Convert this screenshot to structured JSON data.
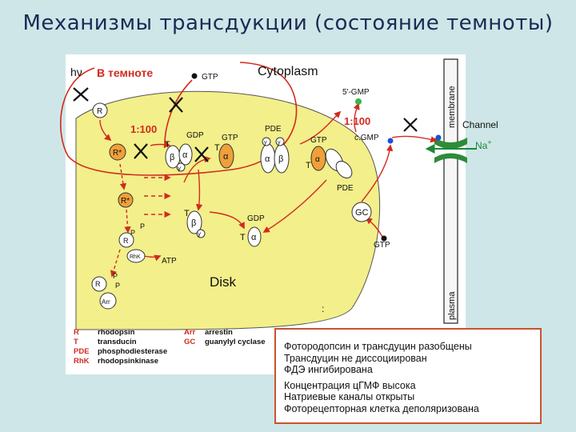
{
  "title": "Механизмы трансдукции (состояние темноты)",
  "diagram": {
    "hv": "hν",
    "in_dark": "В темноте",
    "cytoplasm": "Cytoplasm",
    "membrane": "membrane",
    "plasma": "plasma",
    "disk": "Disk",
    "channel": "Channel",
    "na": "Na",
    "na_sup": "+",
    "gtp": "GTP",
    "gdp": "GDP",
    "pde": "PDE",
    "gc": "GC",
    "atp": "ATP",
    "ratio": "1:100",
    "five_gmp": "5'-GMP",
    "cgmp": "c.GMP",
    "R": "R",
    "Rstar": "R*",
    "T": "T",
    "alpha": "α",
    "beta": "β",
    "gamma": "γ",
    "P": "P",
    "RhK": "RhK",
    "Arr": "Arr",
    "colon": ":"
  },
  "legend": [
    {
      "abbr": "R",
      "name": "rhodopsin"
    },
    {
      "abbr": "T",
      "name": "transducin"
    },
    {
      "abbr": "PDE",
      "name": "phosphodiesterase"
    },
    {
      "abbr": "RhK",
      "name": "rhodopsinkinase"
    },
    {
      "abbr": "Arr",
      "name": "arrestin"
    },
    {
      "abbr": "GC",
      "name": "guanylyl cyclase"
    }
  ],
  "summary": [
    "Фотородопсин и трансдуцин разобщены",
    "Трансдуцин не диссоциирован",
    "ФДЭ ингибирована",
    "Концентрация цГМФ высока",
    "Натриевые каналы открыты",
    "Фоторецепторная клетка деполяризована"
  ],
  "colors": {
    "background": "#cfe6e8",
    "disk": "#f3ef8a",
    "arrow_red": "#d22a1e",
    "orange": "#f0a03a",
    "summary_border": "#c9522b"
  }
}
